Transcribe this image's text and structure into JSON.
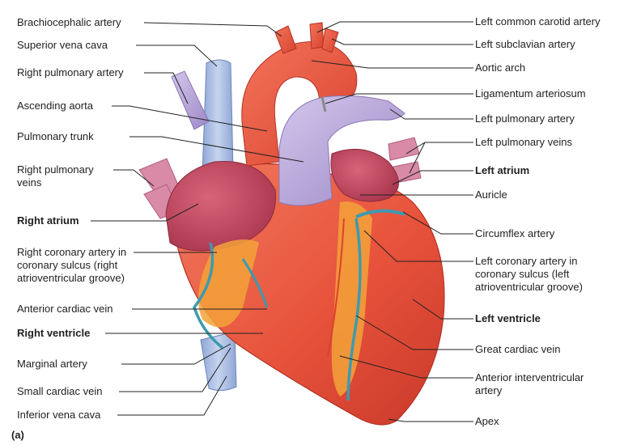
{
  "figure_label": "(a)",
  "colors": {
    "muscle": "#e8533c",
    "aorta": "#ee5a45",
    "vein_blue": "#a9bde0",
    "pulmonary_violet": "#b9a6d8",
    "atrium": "#c2465e",
    "fat": "#f3a23a",
    "vessel_teal": "#3d9ab0"
  },
  "labels_left": [
    {
      "text": "Brachiocephalic artery",
      "bold": false
    },
    {
      "text": "Superior vena cava",
      "bold": false
    },
    {
      "text": "Right pulmonary artery",
      "bold": false
    },
    {
      "text": "Ascending aorta",
      "bold": false
    },
    {
      "text": "Pulmonary trunk",
      "bold": false
    },
    {
      "text": "Right pulmonary veins",
      "bold": false
    },
    {
      "text": "Right atrium",
      "bold": true
    },
    {
      "text": "Right coronary artery in coronary sulcus (right atrioventricular groove)",
      "bold": false
    },
    {
      "text": "Anterior cardiac vein",
      "bold": false
    },
    {
      "text": "Right ventricle",
      "bold": true
    },
    {
      "text": "Marginal artery",
      "bold": false
    },
    {
      "text": "Small cardiac vein",
      "bold": false
    },
    {
      "text": "Inferior vena cava",
      "bold": false
    }
  ],
  "labels_right": [
    {
      "text": "Left common carotid artery",
      "bold": false
    },
    {
      "text": "Left subclavian artery",
      "bold": false
    },
    {
      "text": "Aortic arch",
      "bold": false
    },
    {
      "text": "Ligamentum arteriosum",
      "bold": false
    },
    {
      "text": "Left pulmonary artery",
      "bold": false
    },
    {
      "text": "Left pulmonary veins",
      "bold": false
    },
    {
      "text": "Left atrium",
      "bold": true
    },
    {
      "text": "Auricle",
      "bold": false
    },
    {
      "text": "Circumflex artery",
      "bold": false
    },
    {
      "text": "Left coronary artery in coronary sulcus (left atrioventricular groove)",
      "bold": false
    },
    {
      "text": "Left ventricle",
      "bold": true
    },
    {
      "text": "Great cardiac vein",
      "bold": false
    },
    {
      "text": "Anterior interventricular artery",
      "bold": false
    },
    {
      "text": "Apex",
      "bold": false
    }
  ]
}
